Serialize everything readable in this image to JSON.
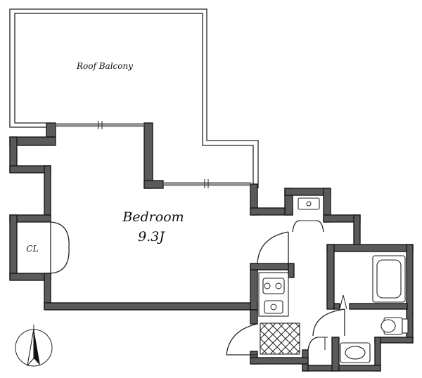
{
  "labels": {
    "roof_balcony": "Roof Balcony",
    "bedroom": "Bedroom",
    "bedroom_size": "9.3J",
    "closet": "CL"
  },
  "colors": {
    "wall_fill": "#5a5a5a",
    "line": "#222222",
    "background": "#ffffff"
  },
  "icons": {
    "north_arrow": "north-arrow-icon"
  }
}
